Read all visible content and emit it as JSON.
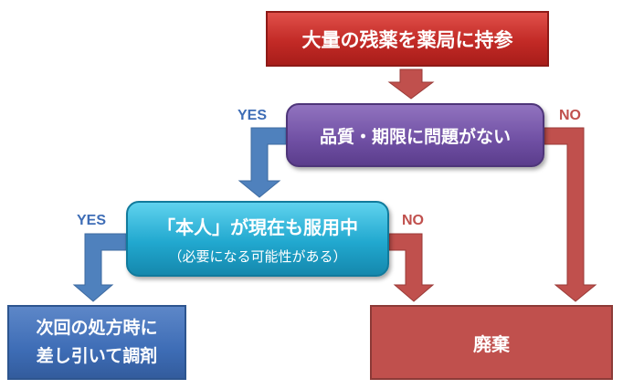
{
  "nodes": {
    "top": "大量の残薬を薬局に持参",
    "question1": "品質・期限に問題がない",
    "question2_main": "「本人」が現在も服用中",
    "question2_sub": "（必要になる可能性がある）",
    "result_reuse_line1": "次回の処方時に",
    "result_reuse_line2": "差し引いて調剤",
    "result_discard": "廃棄"
  },
  "labels": {
    "q1_yes": "YES",
    "q1_no": "NO",
    "q2_yes": "YES",
    "q2_no": "NO"
  },
  "colors": {
    "top": "#c0504d",
    "question1": "#7b5ea7",
    "question2": "#31b6dd",
    "reuse": "#3e6db6",
    "discard": "#c0504d",
    "yes_arrow": "#4f81bd",
    "no_arrow": "#c0504d"
  }
}
